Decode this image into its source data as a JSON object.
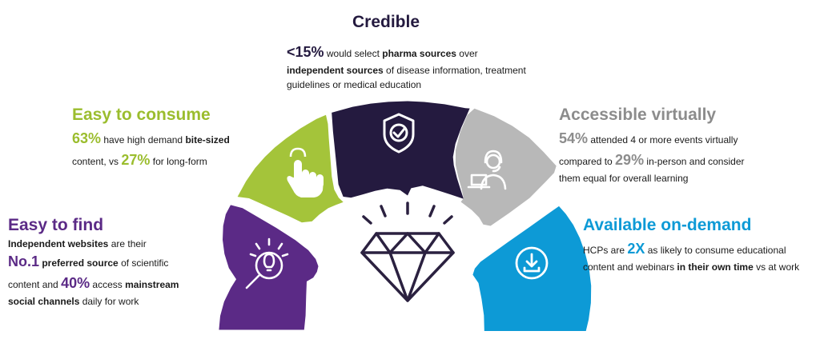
{
  "colors": {
    "purple": "#5b2a86",
    "lime": "#a4c43a",
    "navy": "#241a3f",
    "grey": "#b8b8b8",
    "blue": "#0d9ad6",
    "diamond": "#2b2140"
  },
  "icons": {
    "find": "lightbulb-magnifier-icon",
    "consume": "pointing-hand-icon",
    "credible": "shield-check-icon",
    "virtual": "person-headset-laptop-icon",
    "ondemand": "download-icon",
    "center": "diamond-icon"
  },
  "find": {
    "title": "Easy to find",
    "p1": "Independent websites",
    "p2": " are their",
    "p3": "No.1",
    "p4": " preferred source",
    "p5": " of scientific",
    "p6": "content and ",
    "p7": "40%",
    "p8": " access ",
    "p9": "mainstream",
    "p10": "social channels",
    "p11": " daily for work"
  },
  "consume": {
    "title": "Easy to consume",
    "p1": "63%",
    "p2": " have high demand ",
    "p3": "bite-sized",
    "p4": "content, vs ",
    "p5": "27%",
    "p6": " for long-form"
  },
  "credible": {
    "title": "Credible",
    "p1": "<15%",
    "p2": " would select ",
    "p3": "pharma sources",
    "p4": " over",
    "p5": "independent sources",
    "p6": " of disease information, treatment",
    "p7": "guidelines or medical education"
  },
  "virtual": {
    "title": "Accessible virtually",
    "p1": "54%",
    "p2": " attended 4 or more events virtually",
    "p3": "compared to ",
    "p4": "29%",
    "p5": " in-person and consider",
    "p6": "them equal for overall learning"
  },
  "ondemand": {
    "title": "Available on-demand",
    "p1": "HCPs are ",
    "p2": "2X",
    "p3": " as likely to consume educational",
    "p4": "content and webinars ",
    "p5": "in their own time",
    "p6": " vs at work"
  }
}
